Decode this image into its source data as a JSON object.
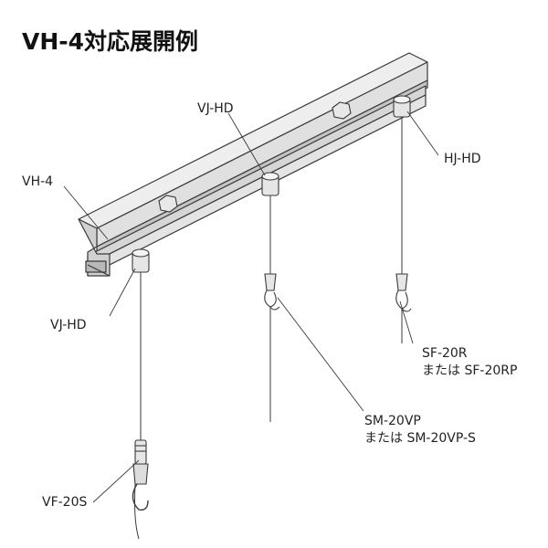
{
  "title": "VH-4対応展開例",
  "labels": {
    "rail": "VH-4",
    "vj_hd_top": "VJ-HD",
    "vj_hd_left": "VJ-HD",
    "hj_hd": "HJ-HD",
    "sf_line1": "SF-20R",
    "sf_line2": "または SF-20RP",
    "sm_line1": "SM-20VP",
    "sm_line2": "または SM-20VP-S",
    "vf": "VF-20S"
  },
  "colors": {
    "line": "#3a3a3a",
    "rail_top": "#e9e9e9",
    "rail_front": "#d2d2d2",
    "rail_dark": "#b4b4b4",
    "part": "#e6e6e6",
    "text": "#222222"
  }
}
